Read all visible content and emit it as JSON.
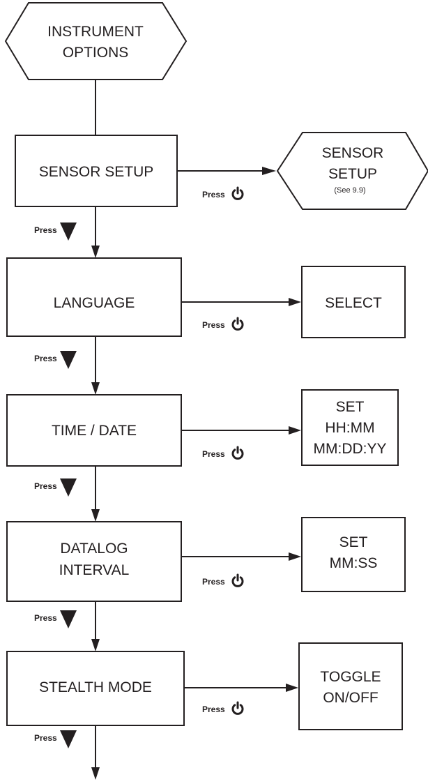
{
  "diagram": {
    "title_node": {
      "lines": [
        "INSTRUMENT",
        "OPTIONS"
      ]
    },
    "menu_items": [
      {
        "lines": [
          "SENSOR SETUP"
        ]
      },
      {
        "lines": [
          "LANGUAGE"
        ]
      },
      {
        "lines": [
          "TIME / DATE"
        ]
      },
      {
        "lines": [
          "DATALOG",
          "INTERVAL"
        ]
      },
      {
        "lines": [
          "STEALTH MODE"
        ]
      }
    ],
    "action_nodes": [
      {
        "lines": [
          "SENSOR",
          "SETUP"
        ],
        "note": "(See 9.9)",
        "shape": "hexagon"
      },
      {
        "lines": [
          "SELECT"
        ],
        "shape": "box"
      },
      {
        "lines": [
          "SET",
          "HH:MM",
          "MM:DD:YY"
        ],
        "shape": "box"
      },
      {
        "lines": [
          "SET",
          "MM:SS"
        ],
        "shape": "box"
      },
      {
        "lines": [
          "TOGGLE",
          "ON/OFF"
        ],
        "shape": "box"
      }
    ],
    "press_label": "Press",
    "down_key_icon": "down-triangle-icon",
    "power_key_icon": "power-icon",
    "line_color": "#231f20"
  }
}
